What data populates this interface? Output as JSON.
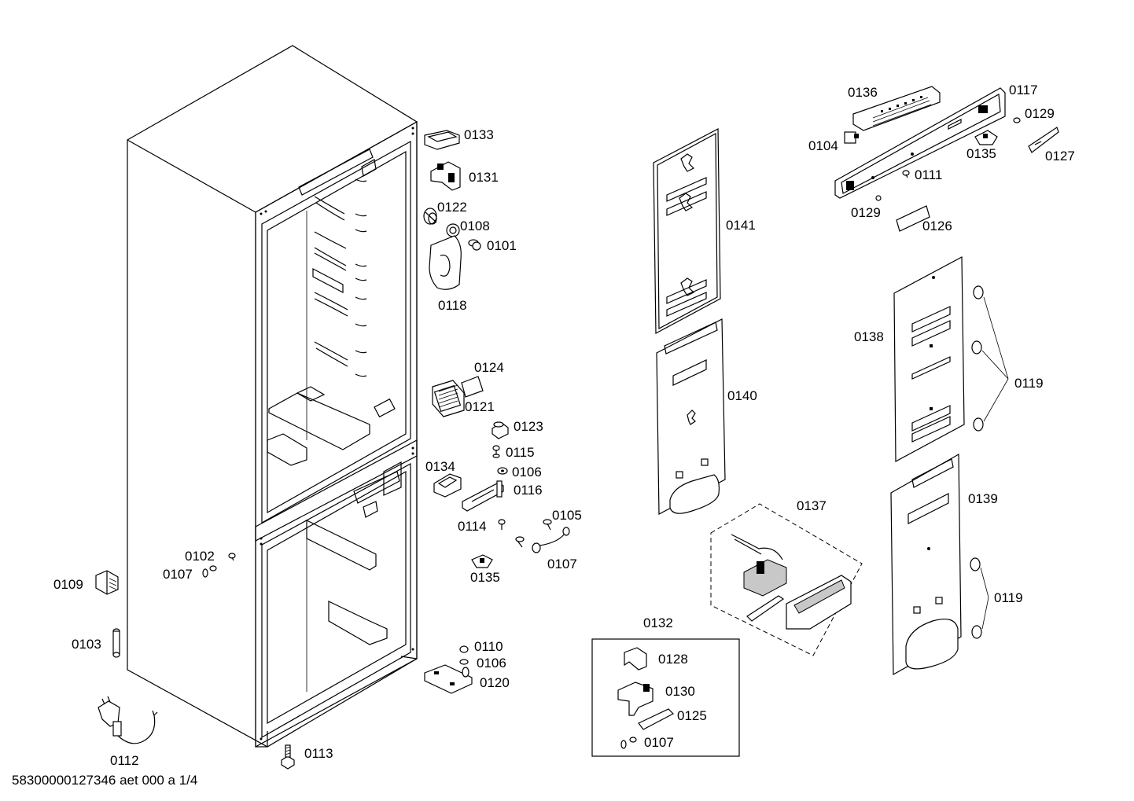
{
  "labels": {
    "p0133": "0133",
    "p0131": "0131",
    "p0122": "0122",
    "p0108": "0108",
    "p0101": "0101",
    "p0118": "0118",
    "p0124": "0124",
    "p0121": "0121",
    "p0123": "0123",
    "p0115": "0115",
    "p0134": "0134",
    "p0106a": "0106",
    "p0116": "0116",
    "p0114": "0114",
    "p0105": "0105",
    "p0107a": "0107",
    "p0135a": "0135",
    "p0102": "0102",
    "p0107b": "0107",
    "p0109": "0109",
    "p0103": "0103",
    "p0112": "0112",
    "p0113": "0113",
    "p0110": "0110",
    "p0106b": "0106",
    "p0120": "0120",
    "p0132": "0132",
    "p0128": "0128",
    "p0130": "0130",
    "p0125": "0125",
    "p0107c": "0107",
    "p0141": "0141",
    "p0140": "0140",
    "p0137": "0137",
    "p0136": "0136",
    "p0117": "0117",
    "p0129a": "0129",
    "p0104": "0104",
    "p0135b": "0135",
    "p0127": "0127",
    "p0111": "0111",
    "p0129b": "0129",
    "p0126": "0126",
    "p0138": "0138",
    "p0119a": "0119",
    "p0139": "0139",
    "p0119b": "0119"
  },
  "footer": {
    "document_id": "58300000127346 aet 000 a 1/4"
  }
}
